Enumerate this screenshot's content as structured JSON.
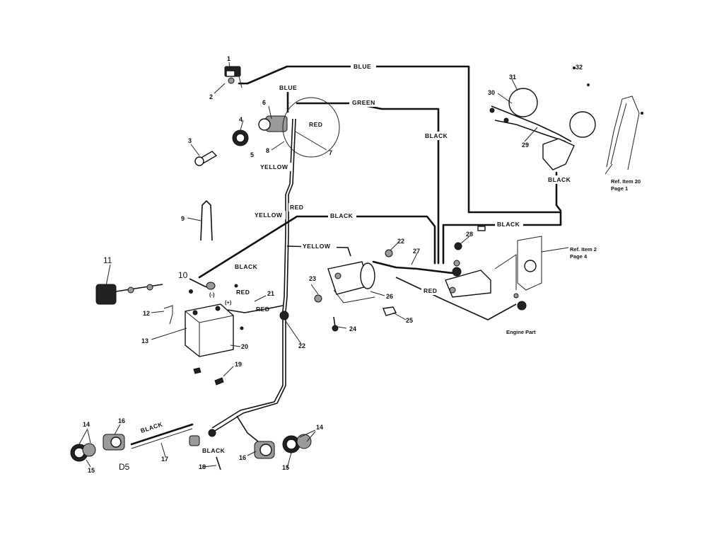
{
  "wire_labels": {
    "blue_top": "BLUE",
    "blue_mid": "BLUE",
    "green": "GREEN",
    "red_1": "RED",
    "black_1": "BLACK",
    "yellow_1": "YELLOW",
    "black_2": "BLACK",
    "yellow_2": "YELLOW",
    "red_2": "RED",
    "black_3": "BLACK",
    "black_4": "BLACK",
    "yellow_3": "YELLOW",
    "black_5": "BLACK",
    "red_3": "RED",
    "red_4": "RED",
    "red_5": "RED",
    "black_6": "BLACK",
    "black_7": "BLACK"
  },
  "callouts": {
    "n1": "1",
    "n2": "2",
    "n3": "3",
    "n4": "4",
    "n5": "5",
    "n6": "6",
    "n7": "7",
    "n8": "8",
    "n9": "9",
    "n10": "10",
    "n11": "11",
    "n12": "12",
    "n13": "13",
    "n14a": "14",
    "n14b": "14",
    "n15a": "15",
    "n15b": "15",
    "n16a": "16",
    "n16b": "16",
    "n17": "17",
    "n18": "18",
    "n19": "19",
    "n20": "20",
    "n21": "21",
    "n22a": "22",
    "n22b": "22",
    "n23": "23",
    "n24": "24",
    "n25": "25",
    "n26": "26",
    "n27": "27",
    "n28": "28",
    "n29": "29",
    "n30": "30",
    "n31": "31",
    "n32": "32"
  },
  "notes": {
    "ref20_line1": "Ref. Item 20",
    "ref20_line2": "Page 1",
    "ref2_line1": "Ref. Item 2",
    "ref2_line2": "Page 4",
    "engine_part": "Engine Part",
    "d5": "D5",
    "plus": "(+)",
    "minus": "(-)"
  }
}
